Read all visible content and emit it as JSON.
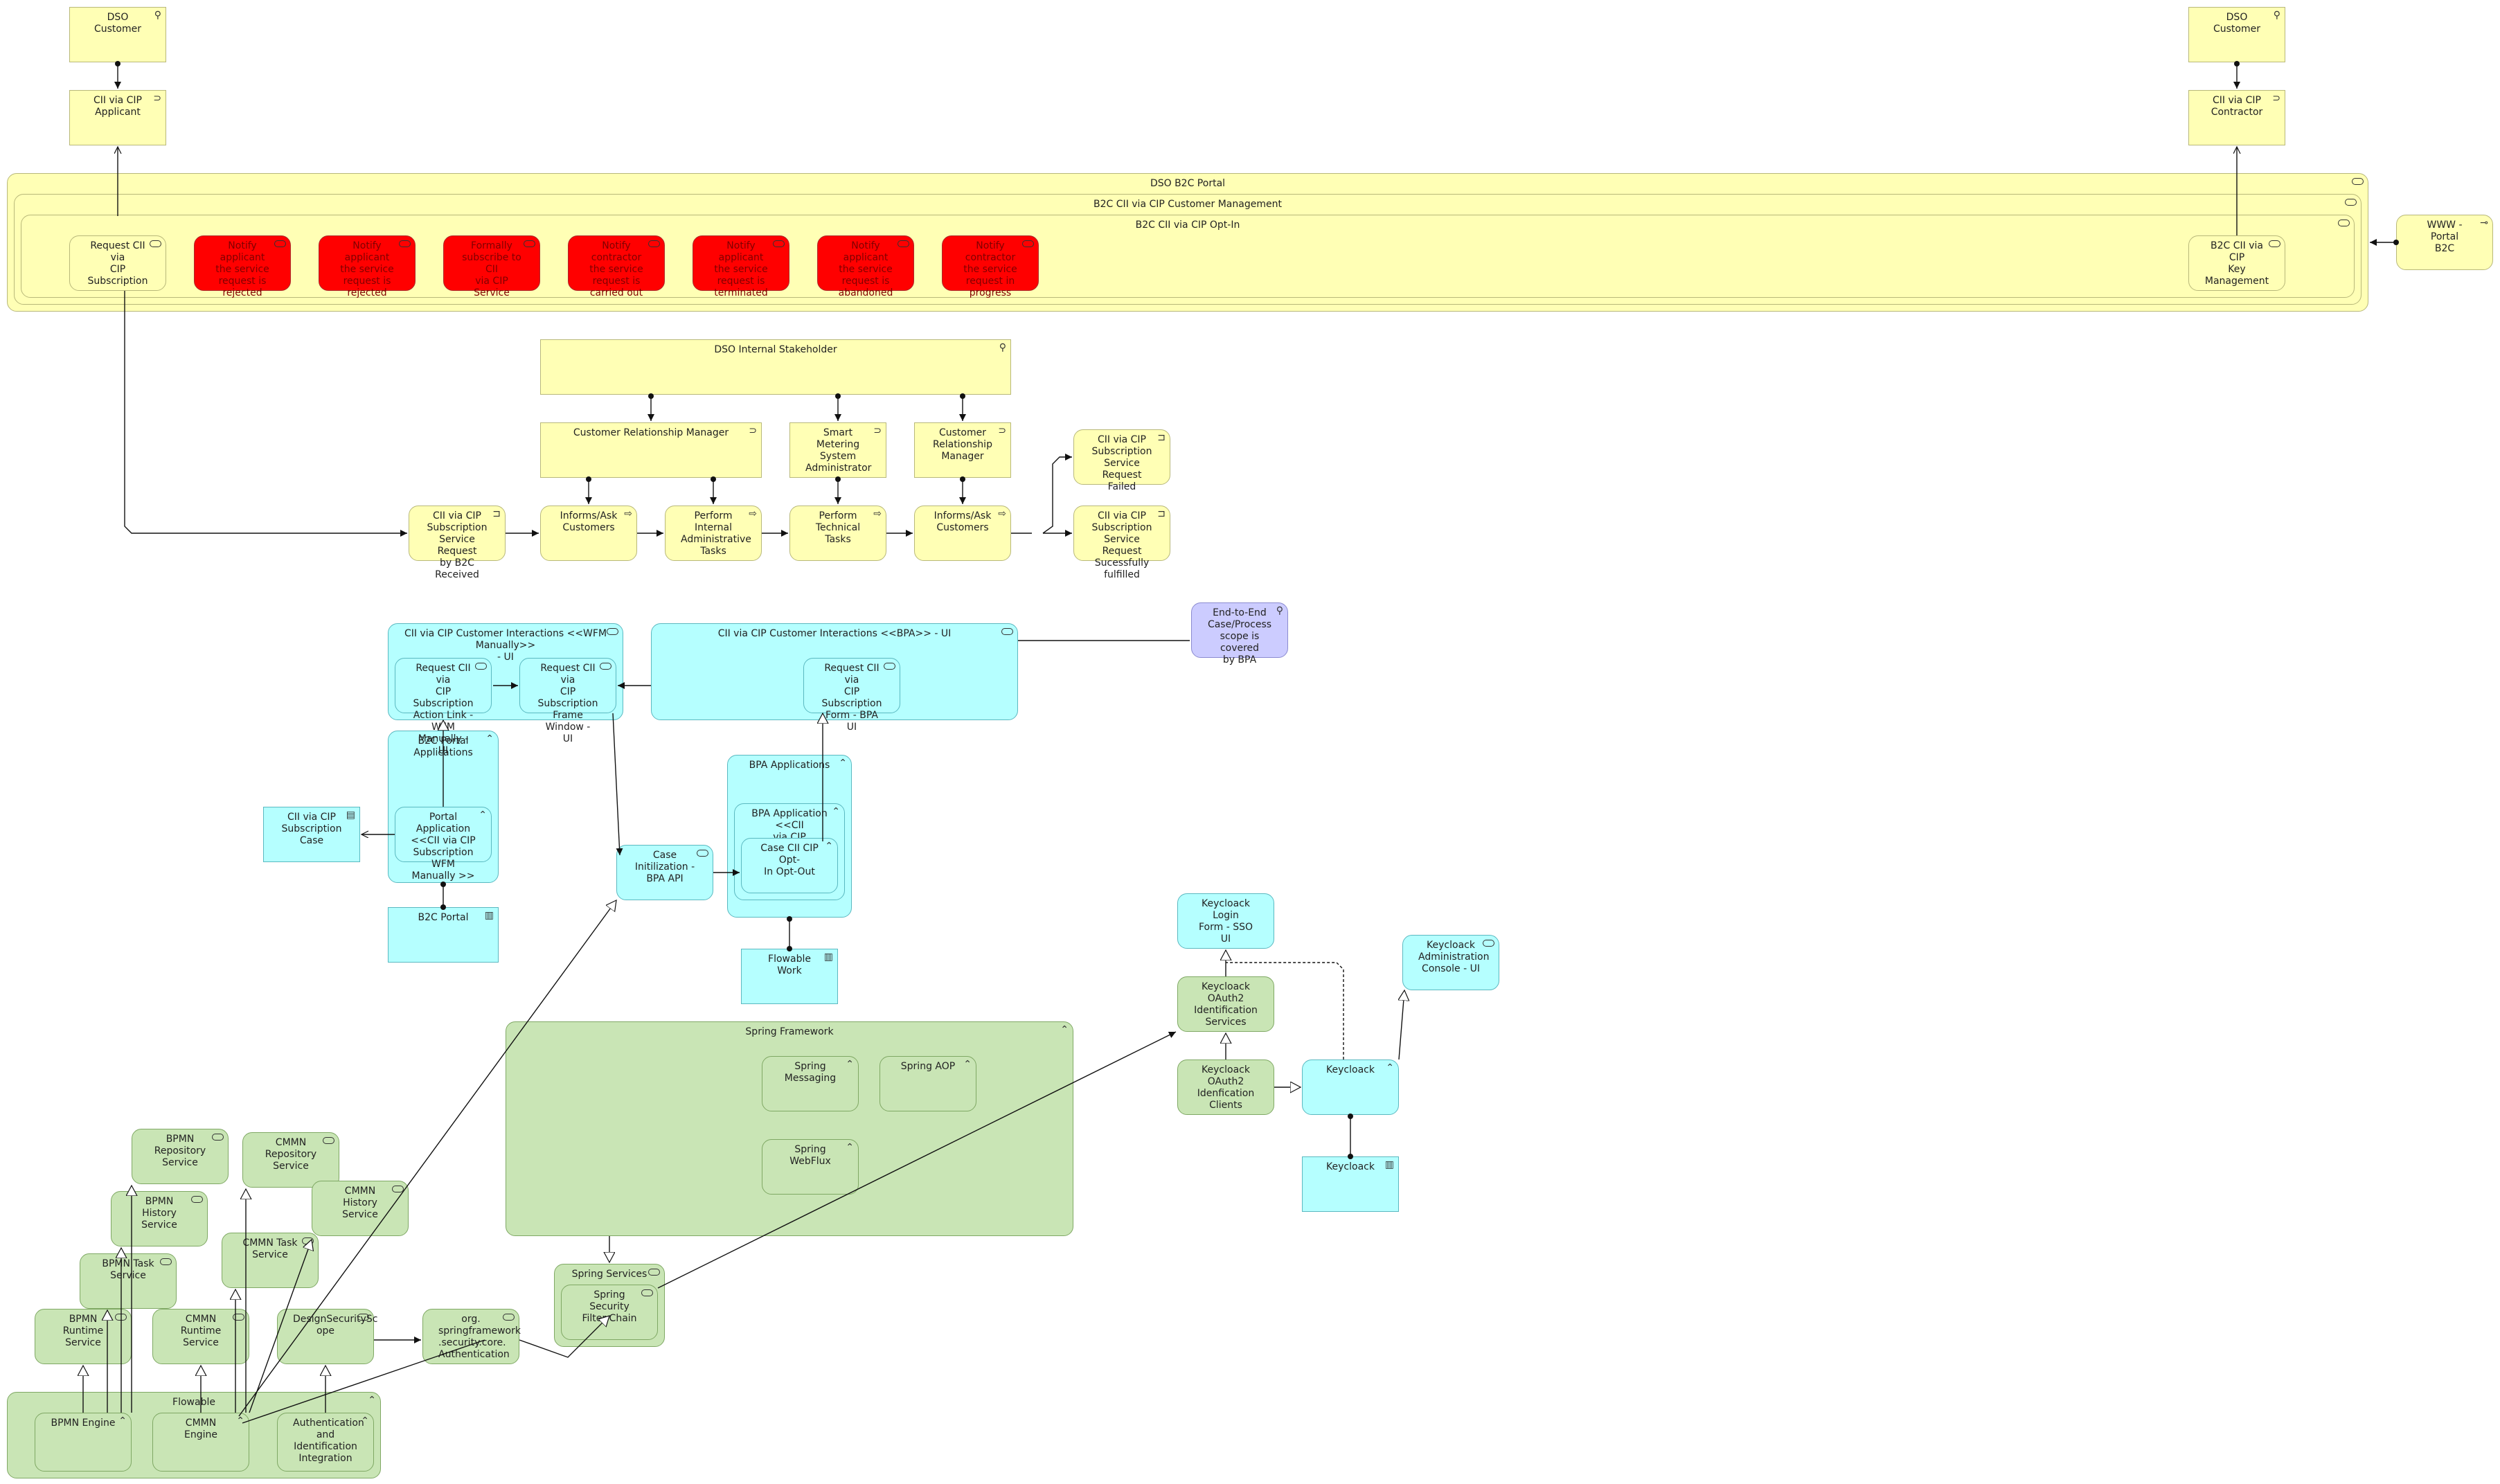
{
  "nodes": [
    {
      "id": "dso_customer_1",
      "label": "DSO Customer",
      "fill": "y",
      "icon": "actor-icon"
    },
    {
      "id": "cii_applicant",
      "label": "CII via CIP\nApplicant",
      "fill": "y",
      "icon": "role-icon"
    },
    {
      "id": "dso_customer_2",
      "label": "DSO Customer",
      "fill": "y",
      "icon": "actor-icon"
    },
    {
      "id": "cii_contractor",
      "label": "CII via CIP\nContractor",
      "fill": "y",
      "icon": "role-icon"
    },
    {
      "id": "dso_b2c_portal",
      "label": "DSO B2C Portal",
      "fill": "y",
      "icon": "service-icon"
    },
    {
      "id": "b2c_cust_mgmt",
      "label": "B2C CII via CIP Customer Management",
      "fill": "y",
      "icon": "service-icon"
    },
    {
      "id": "b2c_opt_in",
      "label": "B2C CII via CIP Opt-In",
      "fill": "y",
      "icon": "service-icon"
    },
    {
      "id": "request_subscription",
      "label": "Request CII via\nCIP Subscription",
      "fill": "y",
      "icon": "service-icon"
    },
    {
      "id": "notify_rejected_1",
      "label": "Notify applicant\nthe service\nrequest is\nrejected",
      "fill": "r",
      "icon": "service-icon"
    },
    {
      "id": "notify_rejected_2",
      "label": "Notify applicant\nthe service\nrequest is\nrejected",
      "fill": "r",
      "icon": "service-icon"
    },
    {
      "id": "formally_subscribe",
      "label": "Formally\nsubscribe to CII\nvia CIP Service",
      "fill": "r",
      "icon": "service-icon"
    },
    {
      "id": "notify_contractor_carried",
      "label": "Notify contractor\nthe service\nrequest is\ncarried out",
      "fill": "r",
      "icon": "service-icon"
    },
    {
      "id": "notify_terminated",
      "label": "Notify applicant\nthe service\nrequest is\nterminated",
      "fill": "r",
      "icon": "service-icon"
    },
    {
      "id": "notify_abandoned",
      "label": "Notify applicant\nthe service\nrequest is\nabandoned",
      "fill": "r",
      "icon": "service-icon"
    },
    {
      "id": "notify_contractor_progress",
      "label": "Notify contractor\nthe service\nrequest in\nprogress",
      "fill": "r",
      "icon": "service-icon"
    },
    {
      "id": "b2c_key_mgmt",
      "label": "B2C CII via CIP\nKey\nManagement",
      "fill": "y",
      "icon": "service-icon"
    },
    {
      "id": "www_portal",
      "label": "WWW - Portal\nB2C",
      "fill": "y",
      "icon": "interface-icon"
    },
    {
      "id": "dso_internal",
      "label": "DSO Internal Stakeholder",
      "fill": "y",
      "icon": "actor-icon"
    },
    {
      "id": "crm_role_1",
      "label": "Customer Relationship Manager",
      "fill": "y",
      "icon": "role-icon"
    },
    {
      "id": "sm_admin",
      "label": "Smart Metering\nSystem\nAdministrator",
      "fill": "y",
      "icon": "role-icon"
    },
    {
      "id": "crm_role_2",
      "label": "Customer\nRelationship\nManager",
      "fill": "y",
      "icon": "role-icon"
    },
    {
      "id": "req_received",
      "label": "CII via CIP\nSubscription\nService Request\nby B2C Received",
      "fill": "y",
      "icon": "event-icon"
    },
    {
      "id": "informs_1",
      "label": "Informs/Ask\nCustomers",
      "fill": "y",
      "icon": "process-icon"
    },
    {
      "id": "perform_internal",
      "label": "Perform Internal\nAdministrative\nTasks",
      "fill": "y",
      "icon": "process-icon"
    },
    {
      "id": "perform_technical",
      "label": "Perform Technical\nTasks",
      "fill": "y",
      "icon": "process-icon"
    },
    {
      "id": "informs_2",
      "label": "Informs/Ask\nCustomers",
      "fill": "y",
      "icon": "process-icon"
    },
    {
      "id": "req_failed",
      "label": "CII via CIP\nSubscription\nService Request\nFailed",
      "fill": "y",
      "icon": "event-icon"
    },
    {
      "id": "req_success",
      "label": "CII via CIP\nSubscription\nService Request\nSucessfully\nfulfilled",
      "fill": "y",
      "icon": "event-icon"
    },
    {
      "id": "wfm_ui",
      "label": "CII via CIP Customer Interactions <<WFM Manually>>\n- UI",
      "fill": "c",
      "icon": "service-icon"
    },
    {
      "id": "action_link",
      "label": "Request CII via\nCIP Subscription\nAction Link -\nWFM Manually -\nUI",
      "fill": "c",
      "icon": "service-icon"
    },
    {
      "id": "frame_window",
      "label": "Request CII via\nCIP Subscription\nFrame Window -\nUI",
      "fill": "c",
      "icon": "service-icon"
    },
    {
      "id": "bpa_ui",
      "label": "CII via CIP Customer Interactions <<BPA>> - UI",
      "fill": "c",
      "icon": "service-icon"
    },
    {
      "id": "bpa_form",
      "label": "Request CII via\nCIP Subscription\nForm - BPA UI",
      "fill": "c",
      "icon": "service-icon"
    },
    {
      "id": "bpa_note",
      "label": "End-to-End\nCase/Process\nscope is covered\nby BPA",
      "fill": "p",
      "icon": "assessment-icon"
    },
    {
      "id": "b2c_portal_apps",
      "label": "B2C Portal\nApplications",
      "fill": "c",
      "icon": "component-icon"
    },
    {
      "id": "portal_app",
      "label": "Portal Application\n<<CII via CIP\nSubscription WFM\nManually >>",
      "fill": "c",
      "icon": "component-icon"
    },
    {
      "id": "subscription_case",
      "label": "CII via CIP\nSubscription Case",
      "fill": "c",
      "icon": "data-icon"
    },
    {
      "id": "b2c_portal_node",
      "label": "B2C Portal",
      "fill": "c",
      "icon": "node-icon"
    },
    {
      "id": "case_init",
      "label": "Case\nInitilization -\nBPA API",
      "fill": "c",
      "icon": "service-icon"
    },
    {
      "id": "bpa_apps",
      "label": "BPA Applications",
      "fill": "c",
      "icon": "component-icon"
    },
    {
      "id": "bpa_app",
      "label": "BPA Application <<CII\nvia CIP\nSubscrition>>",
      "fill": "c",
      "icon": "component-icon"
    },
    {
      "id": "case_optout",
      "label": "Case CII CIP Opt-\nIn Opt-Out",
      "fill": "c",
      "icon": "component-icon"
    },
    {
      "id": "flowable_work",
      "label": "Flowable Work",
      "fill": "c",
      "icon": "node-icon"
    },
    {
      "id": "kc_login",
      "label": "Keycloack Login\nForm - SSO UI",
      "fill": "c",
      "icon": ""
    },
    {
      "id": "kc_oauth_services",
      "label": "Keycloack\nOAuth2\nIdentification\nServices",
      "fill": "g",
      "icon": ""
    },
    {
      "id": "kc_admin_console",
      "label": "Keycloack\nAdministration\nConsole - UI",
      "fill": "c",
      "icon": "service-icon"
    },
    {
      "id": "kc_oauth_clients",
      "label": "Keycloack OAuth2\nIdenfication\nClients",
      "fill": "g",
      "icon": ""
    },
    {
      "id": "keycloack_comp",
      "label": "Keycloack",
      "fill": "c",
      "icon": "component-icon"
    },
    {
      "id": "keycloack_node",
      "label": "Keycloack",
      "fill": "c",
      "icon": "node-icon"
    },
    {
      "id": "spring_framework",
      "label": "Spring Framework",
      "fill": "g",
      "icon": "component-icon"
    },
    {
      "id": "spring_messaging",
      "label": "Spring Messaging",
      "fill": "g",
      "icon": "component-icon"
    },
    {
      "id": "spring_aop",
      "label": "Spring AOP",
      "fill": "g",
      "icon": "component-icon"
    },
    {
      "id": "spring_webflux",
      "label": "Spring WebFlux",
      "fill": "g",
      "icon": "component-icon"
    },
    {
      "id": "spring_services",
      "label": "Spring Services",
      "fill": "g",
      "icon": "service-icon"
    },
    {
      "id": "spring_security_chain",
      "label": "Spring Security\nFilter Chain",
      "fill": "g",
      "icon": "service-icon"
    },
    {
      "id": "org_spring_auth",
      "label": "org.\nspringframework\n.security.core.\nAuthentication",
      "fill": "g",
      "icon": "service-icon"
    },
    {
      "id": "bpmn_repo",
      "label": "BPMN Repository\nService",
      "fill": "g",
      "icon": "service-icon"
    },
    {
      "id": "cmmn_repo",
      "label": "CMMN\nRepository\nService",
      "fill": "g",
      "icon": "service-icon"
    },
    {
      "id": "bpmn_history",
      "label": "BPMN History\nService",
      "fill": "g",
      "icon": "service-icon"
    },
    {
      "id": "cmmn_history",
      "label": "CMMN History\nService",
      "fill": "g",
      "icon": "service-icon"
    },
    {
      "id": "cmmn_task",
      "label": "CMMN Task\nService",
      "fill": "g",
      "icon": "service-icon"
    },
    {
      "id": "bpmn_task",
      "label": "BPMN Task\nService",
      "fill": "g",
      "icon": "service-icon"
    },
    {
      "id": "bpmn_runtime",
      "label": "BPMN Runtime\nService",
      "fill": "g",
      "icon": "service-icon"
    },
    {
      "id": "cmmn_runtime",
      "label": "CMMN Runtime\nService",
      "fill": "g",
      "icon": "service-icon"
    },
    {
      "id": "design_security",
      "label": "DesignSecuritySc\nope",
      "fill": "g",
      "icon": "service-icon"
    },
    {
      "id": "flowable",
      "label": "Flowable",
      "fill": "g",
      "icon": "component-icon"
    },
    {
      "id": "bpmn_engine",
      "label": "BPMN Engine",
      "fill": "g",
      "icon": "component-icon"
    },
    {
      "id": "cmmn_engine",
      "label": "CMMN Engine",
      "fill": "g",
      "icon": "component-icon"
    },
    {
      "id": "auth_integration",
      "label": "Authentication\nand Identification\nIntegration",
      "fill": "g",
      "icon": "component-icon"
    }
  ]
}
